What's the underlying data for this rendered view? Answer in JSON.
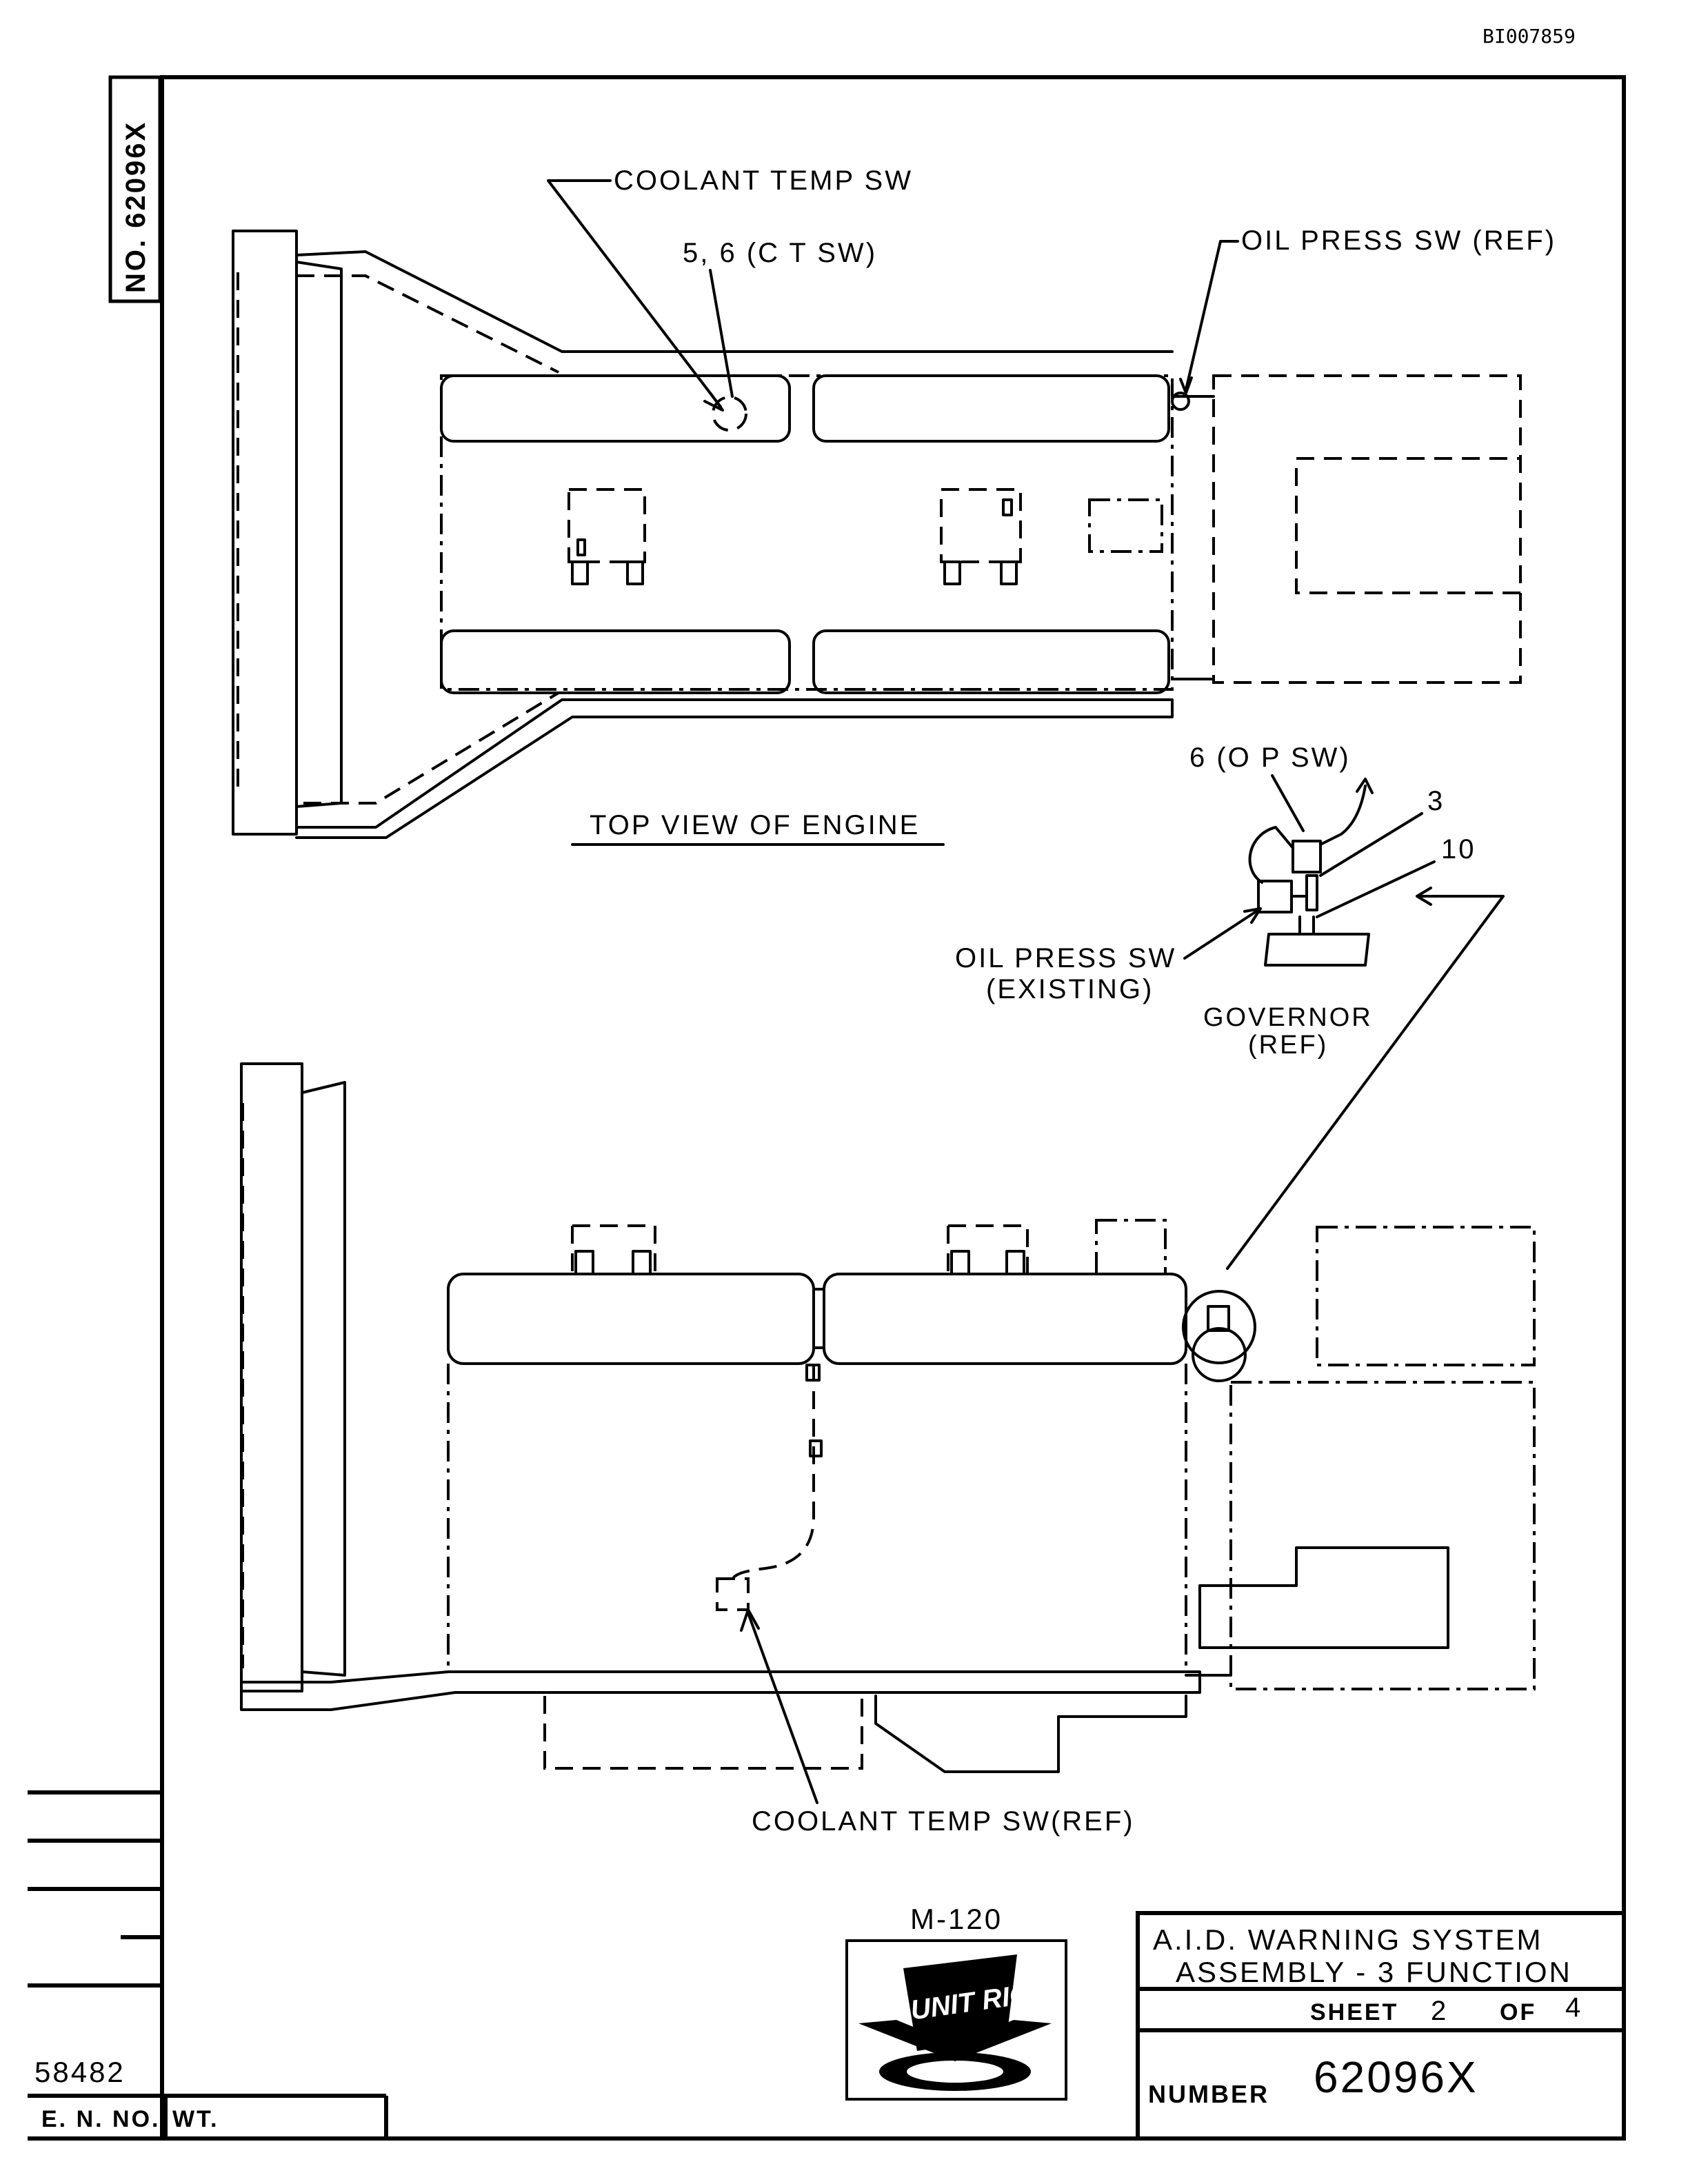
{
  "doc_code": "BI007859",
  "side_number": "NO. 62096X",
  "labels": {
    "coolant_temp_sw": "COOLANT TEMP SW",
    "ct_sw_callout": "5, 6 (C T SW)",
    "oil_press_sw_ref": "OIL PRESS SW (REF)",
    "top_view": "TOP VIEW OF ENGINE",
    "op_sw_callout": "6 (O P SW)",
    "callout_3": "3",
    "callout_10": "10",
    "oil_press_existing_1": "OIL PRESS SW",
    "oil_press_existing_2": "(EXISTING)",
    "governor_1": "GOVERNOR",
    "governor_2": "(REF)",
    "coolant_temp_sw_ref": "COOLANT TEMP SW(REF)"
  },
  "logo": {
    "model": "M-120",
    "brand": "UNIT RIG"
  },
  "title_block": {
    "title_line1": "A.I.D. WARNING SYSTEM",
    "title_line2": "ASSEMBLY - 3 FUNCTION",
    "sheet_label": "SHEET",
    "sheet_num": "2",
    "of_label": "OF",
    "sheet_total": "4",
    "number_label": "NUMBER",
    "number": "62096X"
  },
  "left_block": {
    "en_value": "58482",
    "en_label": "E. N. NO.",
    "wt_label": "WT."
  }
}
